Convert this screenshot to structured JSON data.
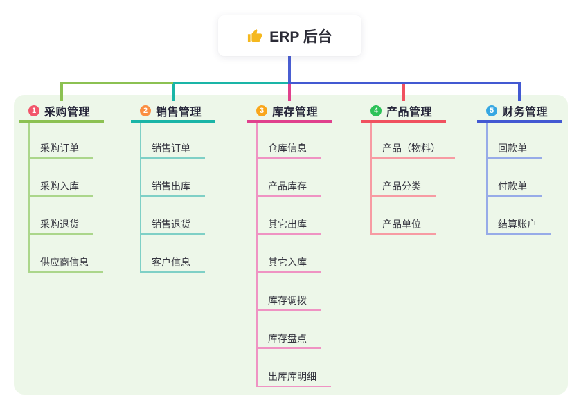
{
  "app": {
    "background": "#ffffff",
    "panel_bg": "#edf7e9"
  },
  "root": {
    "label": "ERP 后台",
    "icon": "thumbs-up-icon",
    "icon_color": "#f5b81e",
    "stem_color": "#4a5ed2"
  },
  "branches": [
    {
      "badge": "1",
      "badge_color": "#f2566b",
      "label": "采购管理",
      "line_color": "#8cc152",
      "child_line_color": "#abd68b",
      "children": [
        "采购订单",
        "采购入库",
        "采购退货",
        "供应商信息"
      ]
    },
    {
      "badge": "2",
      "badge_color": "#fb8e42",
      "label": "销售管理",
      "line_color": "#1ab5a7",
      "child_line_color": "#7fd0c6",
      "children": [
        "销售订单",
        "销售出库",
        "销售退货",
        "客户信息"
      ]
    },
    {
      "badge": "3",
      "badge_color": "#f9a61b",
      "label": "库存管理",
      "line_color": "#e0418d",
      "child_line_color": "#ef93c3",
      "children": [
        "仓库信息",
        "产品库存",
        "其它出库",
        "其它入库",
        "库存调拨",
        "库存盘点",
        "出库库明细"
      ]
    },
    {
      "badge": "4",
      "badge_color": "#2dc258",
      "label": "产品管理",
      "line_color": "#f0515f",
      "child_line_color": "#f79ba3",
      "children": [
        "产品（物料）",
        "产品分类",
        "产品单位"
      ]
    },
    {
      "badge": "5",
      "badge_color": "#36a7e2",
      "label": "财务管理",
      "line_color": "#4359d2",
      "child_line_color": "#97abe8",
      "children": [
        "回款单",
        "付款单",
        "结算账户"
      ]
    }
  ]
}
